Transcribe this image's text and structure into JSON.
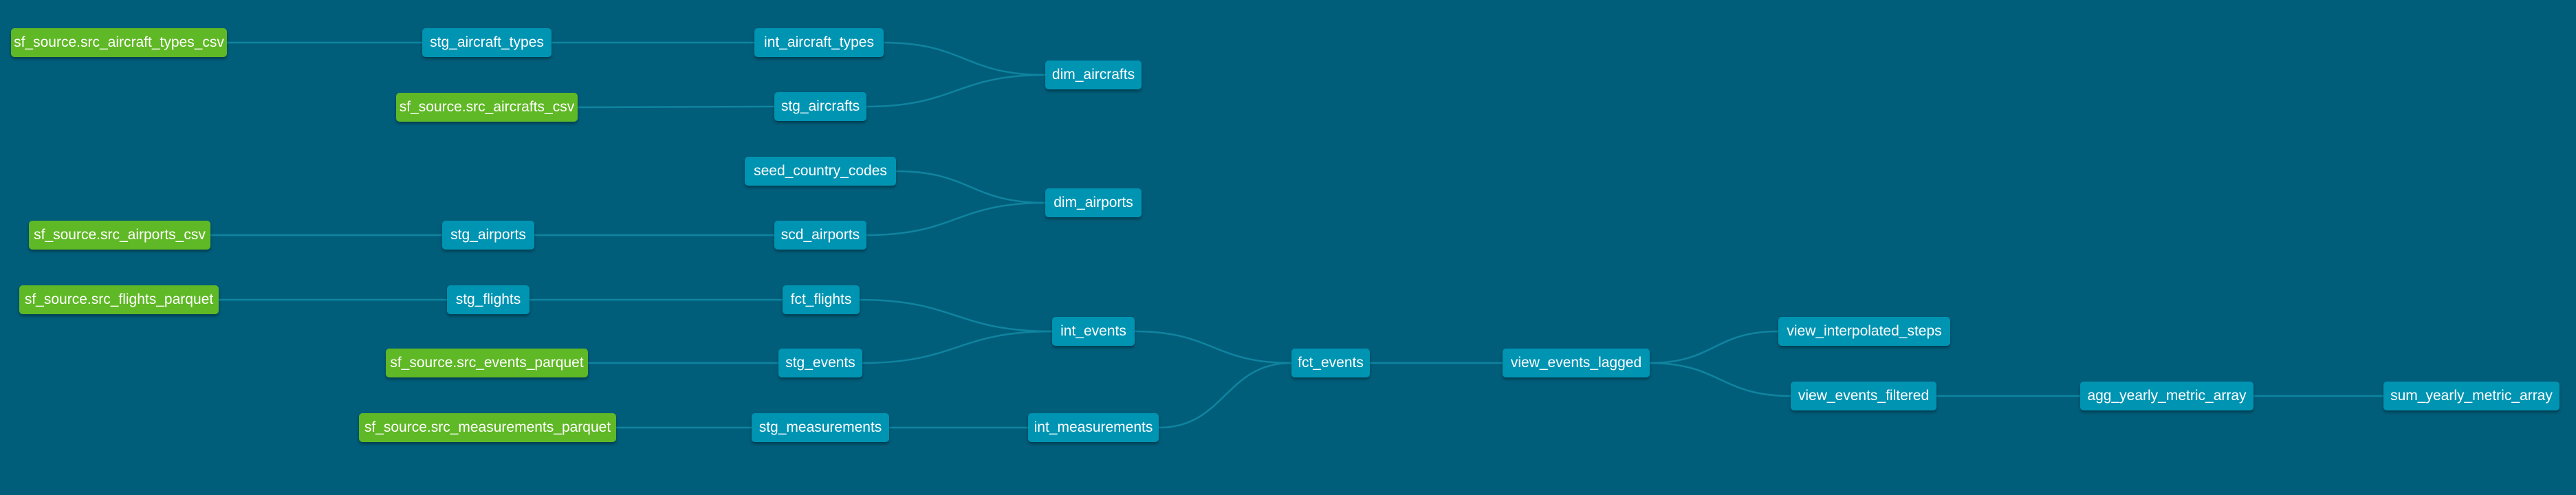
{
  "colors": {
    "background": "#005e7b",
    "source_node": "#5fb825",
    "model_node": "#0094b3",
    "edge": "#10849f"
  },
  "nodes": {
    "src_aircraft_types_csv": {
      "label": "sf_source.src_aircraft_types_csv",
      "kind": "source"
    },
    "stg_aircraft_types": {
      "label": "stg_aircraft_types",
      "kind": "model"
    },
    "int_aircraft_types": {
      "label": "int_aircraft_types",
      "kind": "model"
    },
    "dim_aircrafts": {
      "label": "dim_aircrafts",
      "kind": "model"
    },
    "src_aircrafts_csv": {
      "label": "sf_source.src_aircrafts_csv",
      "kind": "source"
    },
    "stg_aircrafts": {
      "label": "stg_aircrafts",
      "kind": "model"
    },
    "seed_country_codes": {
      "label": "seed_country_codes",
      "kind": "model"
    },
    "dim_airports": {
      "label": "dim_airports",
      "kind": "model"
    },
    "src_airports_csv": {
      "label": "sf_source.src_airports_csv",
      "kind": "source"
    },
    "stg_airports": {
      "label": "stg_airports",
      "kind": "model"
    },
    "scd_airports": {
      "label": "scd_airports",
      "kind": "model"
    },
    "src_flights_parquet": {
      "label": "sf_source.src_flights_parquet",
      "kind": "source"
    },
    "stg_flights": {
      "label": "stg_flights",
      "kind": "model"
    },
    "fct_flights": {
      "label": "fct_flights",
      "kind": "model"
    },
    "int_events": {
      "label": "int_events",
      "kind": "model"
    },
    "src_events_parquet": {
      "label": "sf_source.src_events_parquet",
      "kind": "source"
    },
    "stg_events": {
      "label": "stg_events",
      "kind": "model"
    },
    "fct_events": {
      "label": "fct_events",
      "kind": "model"
    },
    "view_events_lagged": {
      "label": "view_events_lagged",
      "kind": "model"
    },
    "view_interpolated_steps": {
      "label": "view_interpolated_steps",
      "kind": "model"
    },
    "view_events_filtered": {
      "label": "view_events_filtered",
      "kind": "model"
    },
    "agg_yearly_metric_array": {
      "label": "agg_yearly_metric_array",
      "kind": "model"
    },
    "sum_yearly_metric_array": {
      "label": "sum_yearly_metric_array",
      "kind": "model"
    },
    "src_measurements_parquet": {
      "label": "sf_source.src_measurements_parquet",
      "kind": "source"
    },
    "stg_measurements": {
      "label": "stg_measurements",
      "kind": "model"
    },
    "int_measurements": {
      "label": "int_measurements",
      "kind": "model"
    }
  },
  "edges": [
    [
      "src_aircraft_types_csv",
      "stg_aircraft_types"
    ],
    [
      "stg_aircraft_types",
      "int_aircraft_types"
    ],
    [
      "int_aircraft_types",
      "dim_aircrafts"
    ],
    [
      "src_aircrafts_csv",
      "stg_aircrafts"
    ],
    [
      "stg_aircrafts",
      "dim_aircrafts"
    ],
    [
      "seed_country_codes",
      "dim_airports"
    ],
    [
      "src_airports_csv",
      "stg_airports"
    ],
    [
      "stg_airports",
      "scd_airports"
    ],
    [
      "scd_airports",
      "dim_airports"
    ],
    [
      "src_flights_parquet",
      "stg_flights"
    ],
    [
      "stg_flights",
      "fct_flights"
    ],
    [
      "fct_flights",
      "int_events"
    ],
    [
      "src_events_parquet",
      "stg_events"
    ],
    [
      "stg_events",
      "int_events"
    ],
    [
      "int_events",
      "fct_events"
    ],
    [
      "src_measurements_parquet",
      "stg_measurements"
    ],
    [
      "stg_measurements",
      "int_measurements"
    ],
    [
      "int_measurements",
      "fct_events"
    ],
    [
      "fct_events",
      "view_events_lagged"
    ],
    [
      "view_events_lagged",
      "view_interpolated_steps"
    ],
    [
      "view_events_lagged",
      "view_events_filtered"
    ],
    [
      "view_events_filtered",
      "agg_yearly_metric_array"
    ],
    [
      "agg_yearly_metric_array",
      "sum_yearly_metric_array"
    ]
  ]
}
